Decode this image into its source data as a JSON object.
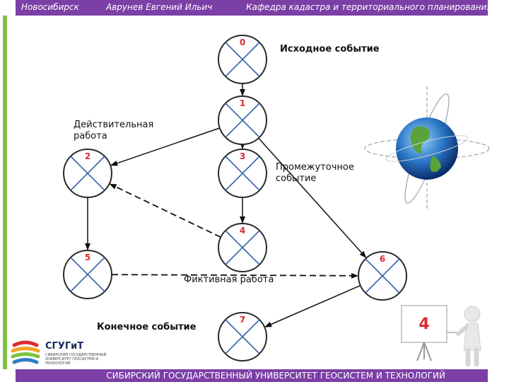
{
  "header": {
    "city": "Новосибирск",
    "author": "Аврунев Евгений Ильич",
    "department": "Кафедра кадастра и территориального планирования"
  },
  "diagram": {
    "nodes": [
      {
        "id": "0",
        "label": "0"
      },
      {
        "id": "1",
        "label": "1"
      },
      {
        "id": "2",
        "label": "2"
      },
      {
        "id": "3",
        "label": "3"
      },
      {
        "id": "4",
        "label": "4"
      },
      {
        "id": "5",
        "label": "5"
      },
      {
        "id": "6",
        "label": "6"
      },
      {
        "id": "7",
        "label": "7"
      }
    ],
    "edges": [
      {
        "from": "0",
        "to": "1",
        "style": "solid"
      },
      {
        "from": "1",
        "to": "2",
        "style": "solid"
      },
      {
        "from": "1",
        "to": "3",
        "style": "solid"
      },
      {
        "from": "1",
        "to": "6",
        "style": "solid"
      },
      {
        "from": "3",
        "to": "4",
        "style": "solid"
      },
      {
        "from": "2",
        "to": "5",
        "style": "solid"
      },
      {
        "from": "4",
        "to": "2",
        "style": "dashed"
      },
      {
        "from": "5",
        "to": "6",
        "style": "dashed"
      },
      {
        "from": "6",
        "to": "7",
        "style": "solid"
      }
    ],
    "annotations": {
      "source_event": "Исходное событие",
      "real_work_line1": "Действительная",
      "real_work_line2": "работа",
      "intermediate_line1": "Промежуточное",
      "intermediate_line2": "событие",
      "dummy_work": "Фиктивная работа",
      "final_event": "Конечное событие"
    },
    "colors": {
      "node_fill": "#ffffff",
      "node_stroke": "#2a2a2a",
      "cross": "#2f5fa8",
      "number": "#e0292f"
    }
  },
  "slide_number": "4",
  "logo": {
    "title": "СГУГиТ",
    "subtitle": "СИБИРСКИЙ ГОСУДАРСТВЕННЫЙ УНИВЕРСИТЕТ ГЕОСИСТЕМ И ТЕХНОЛОГИЙ"
  },
  "footer": {
    "text": "СИБИРСКИЙ ГОСУДАРСТВЕННЫЙ УНИВЕРСИТЕТ ГЕОСИСТЕМ И ТЕХНОЛОГИЙ"
  },
  "theme": {
    "bar_color": "#7b3fa6",
    "accent_green": "#7dc242"
  }
}
